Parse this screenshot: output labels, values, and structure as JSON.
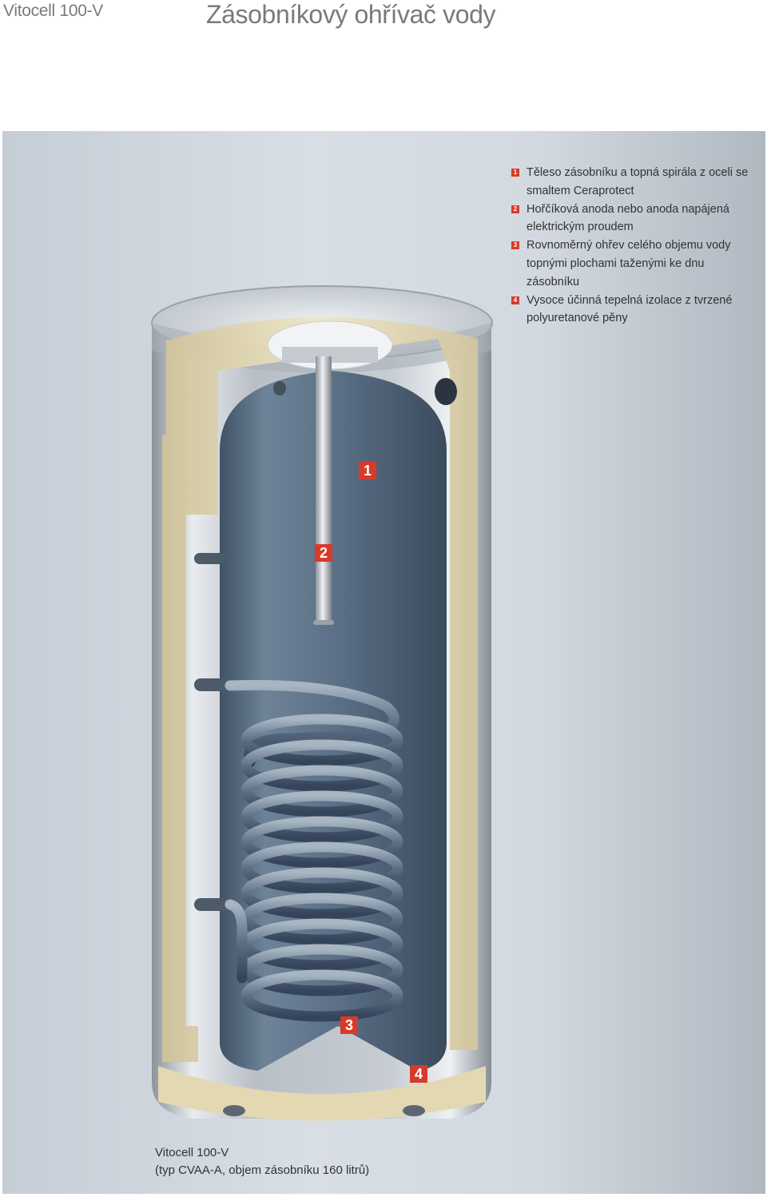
{
  "header": {
    "product": "Vitocell 100-V",
    "title": "Zásobníkový ohřívač vody"
  },
  "legend": [
    {
      "num": "1",
      "text": "Těleso zásobníku a topná spirála z oceli se smaltem Ceraprotect"
    },
    {
      "num": "2",
      "text": "Hořčíková anoda nebo anoda napájená elektrickým proudem"
    },
    {
      "num": "3",
      "text": "Rovnoměrný ohřev celého objemu vody topnými plochami taženými ke dnu zásobníku"
    },
    {
      "num": "4",
      "text": "Vysoce účinná tepelná izolace z tvrzené polyuretanové pěny"
    }
  ],
  "markers": [
    "1",
    "2",
    "3",
    "4"
  ],
  "caption": {
    "line1": "Vitocell 100-V",
    "line2": "(typ CVAA-A, objem zásobníku 160 litrů)"
  },
  "colors": {
    "accent": "#d83a2a",
    "insulation": "#e6dcba",
    "tank_interior": "#5d7288",
    "casing": "#c9ced4"
  }
}
